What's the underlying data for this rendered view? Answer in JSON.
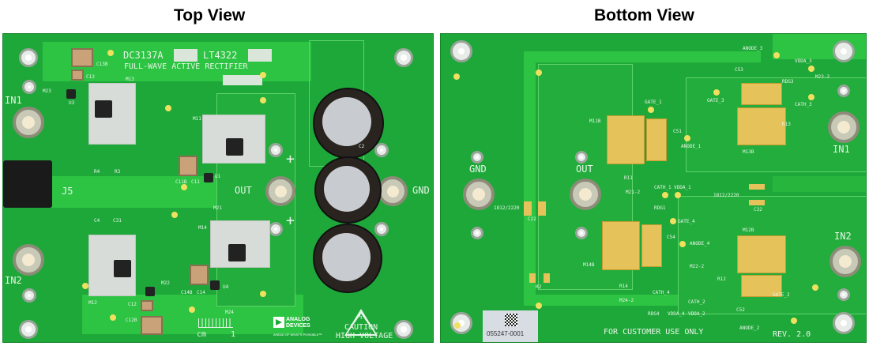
{
  "titles": {
    "top": "Top View",
    "bottom": "Bottom View"
  },
  "top_board": {
    "board_id": "DC3137A",
    "part": "LT4322",
    "subtitle": "FULL-WAVE ACTIVE RECTIFIER",
    "in1": "IN1",
    "in2": "IN2",
    "j5": "J5",
    "out": "OUT",
    "gnd": "GND",
    "plus": "+",
    "scale_unit": "cm",
    "scale_value": "1",
    "caution1": "CAUTION",
    "caution2": "HIGH VOLTAGE",
    "logo": "ANALOG DEVICES",
    "logo_tag": "AHEAD OF WHAT'S POSSIBLE",
    "refs": [
      "C13B",
      "C13",
      "M13",
      "M23",
      "U3",
      "M11",
      "C11B",
      "C11",
      "U1",
      "M21",
      "R4",
      "R3",
      "C4",
      "C31",
      "M14",
      "M12",
      "M22",
      "C14B",
      "C14",
      "U4",
      "C12",
      "C12B",
      "M24",
      "C2"
    ]
  },
  "bottom_board": {
    "gnd": "GND",
    "out": "OUT",
    "in1": "IN1",
    "in2": "IN2",
    "label_code": "055247-0001",
    "footer": "FOR CUSTOMER USE ONLY",
    "rev": "REV. 2.0",
    "refs": [
      "ANODE_3",
      "VDDA_3",
      "C53",
      "M23-2",
      "RDG3",
      "GATE_3",
      "CATH_3",
      "R13",
      "M13B",
      "GATE_1",
      "M11B",
      "C51",
      "ANODE_1",
      "R11",
      "CATH_1",
      "VDDA_1",
      "M21-2",
      "RDG1",
      "1812/2220",
      "C32",
      "1812/2220",
      "C22",
      "GATE_4",
      "C54",
      "ANODE_4",
      "M12B",
      "M14B",
      "M22-2",
      "R12",
      "R14",
      "CATH_4",
      "M24-2",
      "RDG4",
      "VDDA_4",
      "VDDA_2",
      "CATH_2",
      "GATE_2",
      "C52",
      "ANODE_2",
      "R2"
    ]
  },
  "colors": {
    "pcb": "#1fa83a",
    "silk": "#e8f5e8",
    "gold": "#e6c25a"
  }
}
